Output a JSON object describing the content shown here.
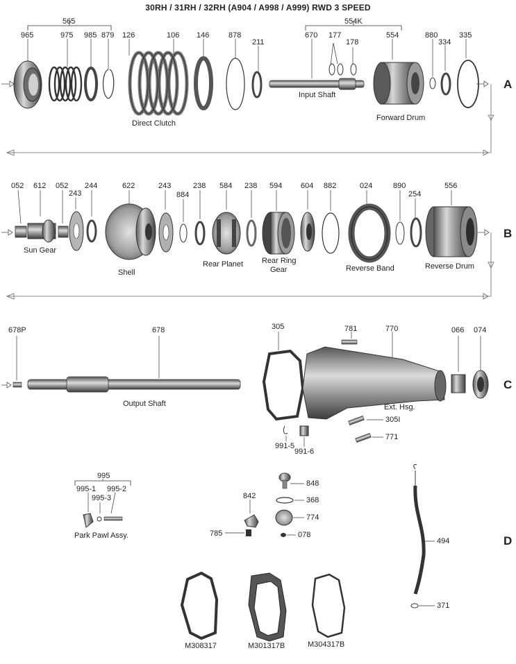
{
  "title": "30RH / 31RH / 32RH (A904 / A998 / A999)      RWD 3 SPEED",
  "sections": [
    "A",
    "B",
    "C",
    "D"
  ],
  "row_a": {
    "group_565": "565",
    "group_554k": "554K",
    "parts": [
      "965",
      "975",
      "985",
      "879",
      "126",
      "106",
      "146",
      "878",
      "211",
      "670",
      "177",
      "178",
      "554",
      "880",
      "334",
      "335"
    ],
    "names": {
      "direct_clutch": "Direct Clutch",
      "input_shaft": "Input Shaft",
      "forward_drum": "Forward  Drum"
    }
  },
  "row_b": {
    "parts": [
      "052",
      "612",
      "052",
      "243",
      "244",
      "622",
      "243",
      "884",
      "238",
      "584",
      "238",
      "594",
      "604",
      "882",
      "024",
      "890",
      "254",
      "556"
    ],
    "names": {
      "sun_gear": "Sun Gear",
      "shell": "Shell",
      "rear_planet": "Rear Planet",
      "rear_ring_gear_1": "Rear Ring",
      "rear_ring_gear_2": "Gear",
      "reverse_band": "Reverse  Band",
      "reverse_drum": "Reverse Drum"
    }
  },
  "row_c": {
    "parts": [
      "678P",
      "678",
      "305",
      "781",
      "770",
      "066",
      "074",
      "305I",
      "771",
      "991-5",
      "991-6"
    ],
    "names": {
      "output_shaft": "Output Shaft",
      "ext_hsg": "Ext. Hsg."
    }
  },
  "row_d": {
    "group_995": "995",
    "parts": [
      "995-1",
      "995-3",
      "995-2",
      "848",
      "842",
      "368",
      "774",
      "785",
      "078",
      "494",
      "371"
    ],
    "names": {
      "park_pawl": "Park Pawl Assy."
    },
    "gaskets": [
      "M308317",
      "M301317B",
      "M304317B"
    ]
  }
}
